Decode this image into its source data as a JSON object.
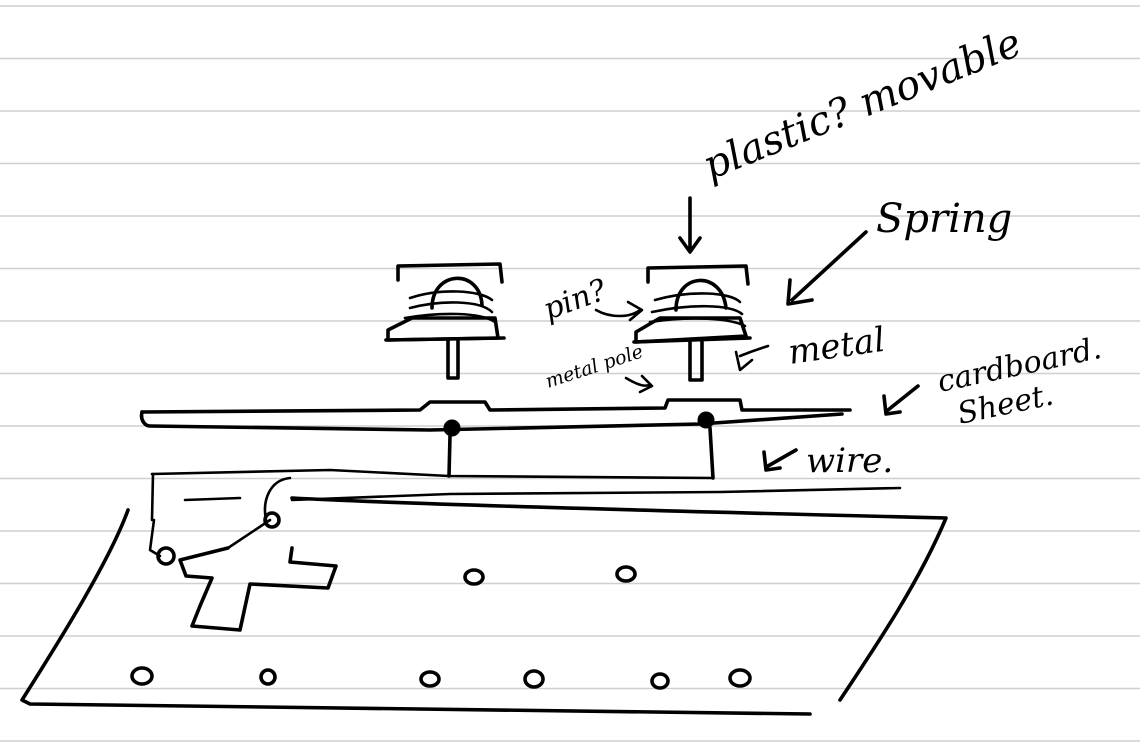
{
  "labels": {
    "plastic_movable": "plastic? movable",
    "spring": "Spring",
    "pin": "pin?",
    "metal": "metal",
    "metal_pole": "metal pole",
    "cardboard": "cardboard.",
    "sheet": "Sheet.",
    "wire": "wire."
  },
  "palette": {
    "ink": "#000000",
    "paper": "#ffffff",
    "ruled_line": "#cfcfcf"
  }
}
